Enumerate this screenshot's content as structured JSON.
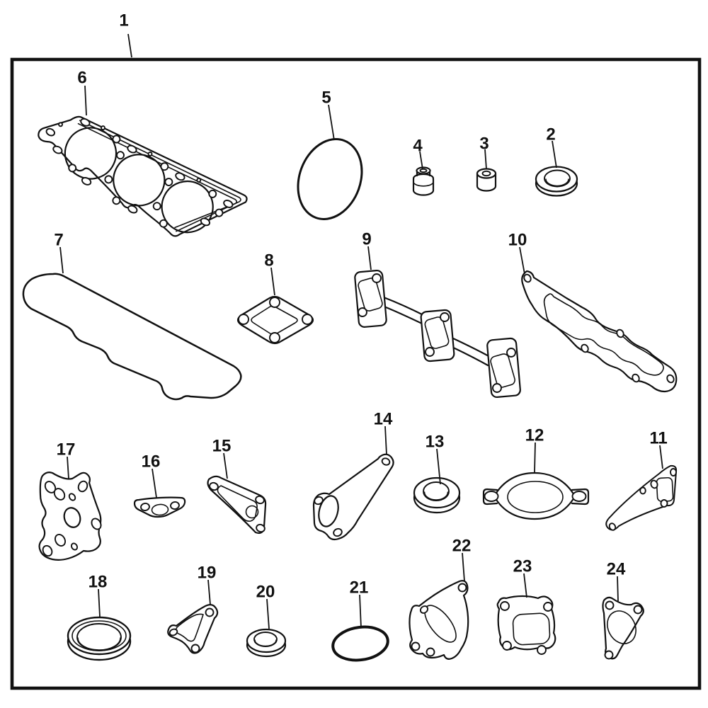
{
  "diagram": {
    "kind": "exploded-parts-diagram",
    "subject": "engine-gasket-set",
    "background_color": "#ffffff",
    "line_color": "#111111"
  },
  "callouts": [
    {
      "label": "1",
      "part": "gasket-set-frame"
    },
    {
      "label": "2",
      "part": "sealing-washer"
    },
    {
      "label": "3",
      "part": "bushing-seal"
    },
    {
      "label": "4",
      "part": "valve-stem-seal"
    },
    {
      "label": "5",
      "part": "large-o-ring"
    },
    {
      "label": "6",
      "part": "cylinder-head-gasket"
    },
    {
      "label": "7",
      "part": "rocker-cover-gasket"
    },
    {
      "label": "8",
      "part": "square-port-gasket"
    },
    {
      "label": "9",
      "part": "exhaust-manifold-gasket"
    },
    {
      "label": "10",
      "part": "intake-manifold-gasket"
    },
    {
      "label": "11",
      "part": "side-cover-gasket"
    },
    {
      "label": "12",
      "part": "oval-flange-gasket"
    },
    {
      "label": "13",
      "part": "seal-ring"
    },
    {
      "label": "14",
      "part": "water-pump-gasket"
    },
    {
      "label": "15",
      "part": "pump-cover-gasket"
    },
    {
      "label": "16",
      "part": "small-flange-gasket"
    },
    {
      "label": "17",
      "part": "oil-pump-gasket"
    },
    {
      "label": "18",
      "part": "large-seal-ring"
    },
    {
      "label": "19",
      "part": "triangular-flange-gasket"
    },
    {
      "label": "20",
      "part": "small-seal-ring"
    },
    {
      "label": "21",
      "part": "o-ring"
    },
    {
      "label": "22",
      "part": "exhaust-flange-gasket"
    },
    {
      "label": "23",
      "part": "turbo-mount-gasket"
    },
    {
      "label": "24",
      "part": "exhaust-outlet-gasket"
    }
  ]
}
